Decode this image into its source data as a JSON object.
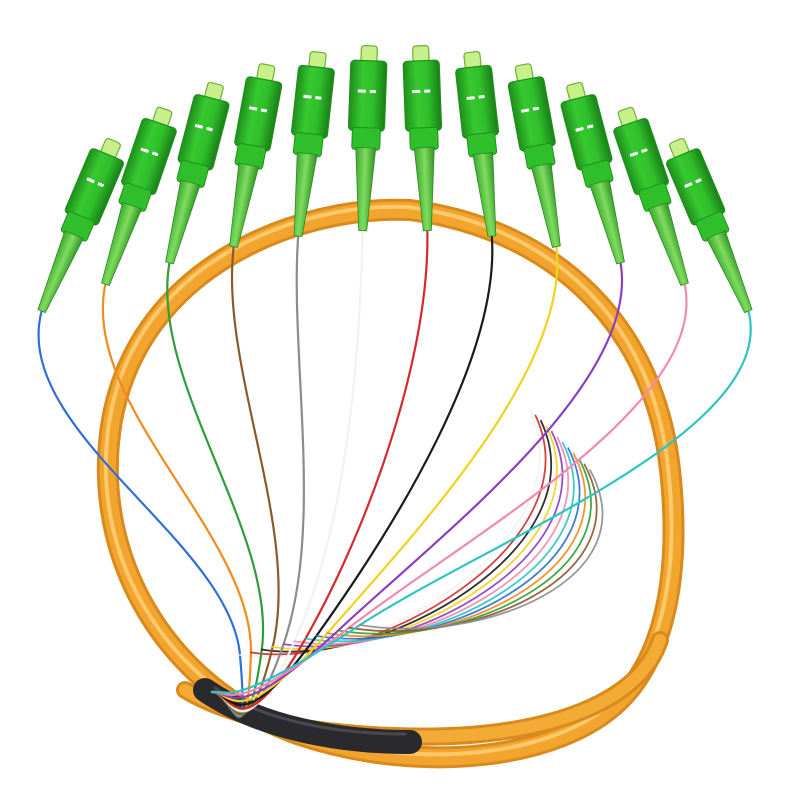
{
  "product": {
    "subject": "fiber-optic-pigtail-bundle",
    "connector_count": 12,
    "connector_type": "SC/APC"
  },
  "colors": {
    "background": "#ffffff",
    "jacket_orange": "#f2a52e",
    "jacket_orange_dark": "#d98a1c",
    "jacket_highlight": "#ffd27a",
    "sleeve_black": "#2a2a2e",
    "connector_green": "#2fbf2a",
    "connector_green_dark": "#1f8f1c",
    "connector_green_light": "#8be06a",
    "ferrule_tip": "#c8f08a"
  },
  "fiber_colors": [
    "#2f6fd6",
    "#f28a1c",
    "#2e9e3a",
    "#8b5a2b",
    "#8c8c8c",
    "#f2f2f2",
    "#d42a2a",
    "#1a1a1a",
    "#f2d21c",
    "#8a3fbf",
    "#f28ab0",
    "#2ec4c4"
  ]
}
